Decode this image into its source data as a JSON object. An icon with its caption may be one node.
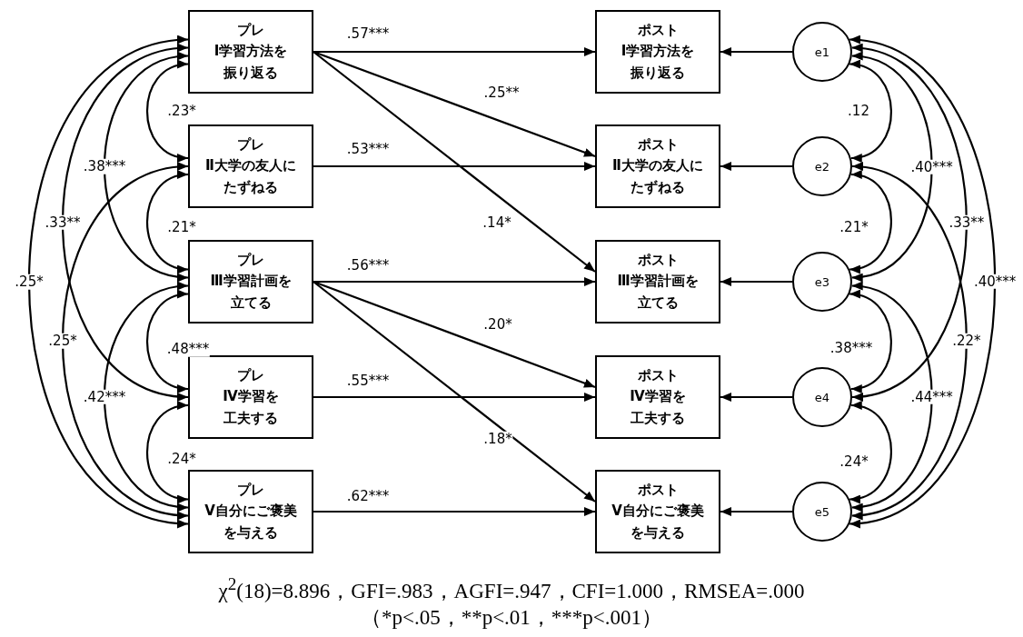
{
  "diagram": {
    "caption": "χ$^{2}$(18)=8.896，GFI=.983，AGFI=.947，CFI=1.000，RMSEA=.000",
    "nodes": [
      {
        "text": [
          "プレ",
          "Ⅰ学習方法を振り返る"
        ]
      },
      {
        "text": [
          "ポスト",
          "Ⅰ学習方法を振り返る"
        ]
      },
      {
        "text": [
          "e1"
        ]
      },
      {
        "text": [
          "プレ",
          "Ⅱ大学の友人にたずねる"
        ]
      },
      {
        "text": [
          "ポスト",
          "Ⅱ大学の友人にたずねる"
        ]
      },
      {
        "text": [
          "e2"
        ]
      },
      {
        "text": [
          "プレ",
          "Ⅲ学習計画を立てる"
        ]
      },
      {
        "text": [
          "ポスト",
          "Ⅲ学習計画を立てる"
        ]
      },
      {
        "text": [
          "e3"
        ]
      },
      {
        "text": [
          "プレ",
          "Ⅳ学習を工夫する"
        ]
      },
      {
        "text": [
          "ポスト",
          "Ⅳ学習を工夫する"
        ]
      },
      {
        "text": [
          "e4"
        ]
      },
      {
        "text": [
          "プレ",
          "Ⅴ自分にご褒美を与える"
        ]
      },
      {
        "text": [
          "ポスト",
          "Ⅴ自分にご褒美を与える"
        ]
      },
      {
        "text": [
          "e5"
        ]
      }
    ],
    "edges": [
      {
        "from": 0,
        "to": 1,
        "arrow": "to",
        "label": ".57***"
      },
      {
        "from": 0,
        "to": 4,
        "arrow": "to",
        "label": ".25**"
      },
      {
        "from": 0,
        "to": 7,
        "arrow": "to",
        "label": ".14*"
      },
      {
        "from": 3,
        "to": 4,
        "arrow": "to",
        "label": ".53***"
      },
      {
        "from": 6,
        "to": 7,
        "arrow": "to",
        "label": ".56***"
      },
      {
        "from": 6,
        "to": 10,
        "arrow": "to",
        "label": ".20*"
      },
      {
        "from": 6,
        "to": 13,
        "arrow": "to",
        "label": ".18*"
      },
      {
        "from": 9,
        "to": 10,
        "arrow": "to",
        "label": ".55***"
      },
      {
        "from": 12,
        "to": 13,
        "arrow": "to",
        "label": ".62***"
      },
      {
        "from": 2,
        "to": 1,
        "arrow": "to"
      },
      {
        "from": 5,
        "to": 4,
        "arrow": "to"
      },
      {
        "from": 8,
        "to": 7,
        "arrow": "to"
      },
      {
        "from": 11,
        "to": 10,
        "arrow": "to"
      },
      {
        "from": 14,
        "to": 13,
        "arrow": "to"
      },
      {
        "from": 0,
        "to": 3,
        "arrow": "both",
        "label": ".23*"
      },
      {
        "from": 0,
        "to": 6,
        "arrow": "both",
        "label": ".38***"
      },
      {
        "from": 0,
        "to": 9,
        "arrow": "both",
        "label": ".33**"
      },
      {
        "from": 0,
        "to": 12,
        "arrow": "both",
        "label": ".25*"
      },
      {
        "from": 3,
        "to": 6,
        "arrow": "both",
        "label": ".21*"
      },
      {
        "from": 3,
        "to": 12,
        "arrow": "both",
        "label": ".25*"
      },
      {
        "from": 6,
        "to": 9,
        "arrow": "both",
        "label": ".48***"
      },
      {
        "from": 6,
        "to": 12,
        "arrow": "both",
        "label": ".42***"
      },
      {
        "from": 9,
        "to": 12,
        "arrow": "both",
        "label": ".24*"
      },
      {
        "from": 2,
        "to": 5,
        "arrow": "both",
        "label": ".12"
      },
      {
        "from": 2,
        "to": 8,
        "arrow": "both",
        "label": ".40***"
      },
      {
        "from": 2,
        "to": 11,
        "arrow": "both",
        "label": ".33**"
      },
      {
        "from": 2,
        "to": 14,
        "arrow": "both",
        "label": ".40***"
      },
      {
        "from": 5,
        "to": 8,
        "arrow": "both",
        "label": ".21*"
      },
      {
        "from": 5,
        "to": 14,
        "arrow": "both",
        "label": ".22*"
      },
      {
        "from": 8,
        "to": 11,
        "arrow": "both",
        "label": ".38***"
      },
      {
        "from": 8,
        "to": 14,
        "arrow": "both",
        "label": ".44***"
      },
      {
        "from": 11,
        "to": 14,
        "arrow": "both",
        "label": ".24*"
      }
    ],
    "labels": [
      "（*p<.05，**p<.01，***p<.001）"
    ]
  }
}
